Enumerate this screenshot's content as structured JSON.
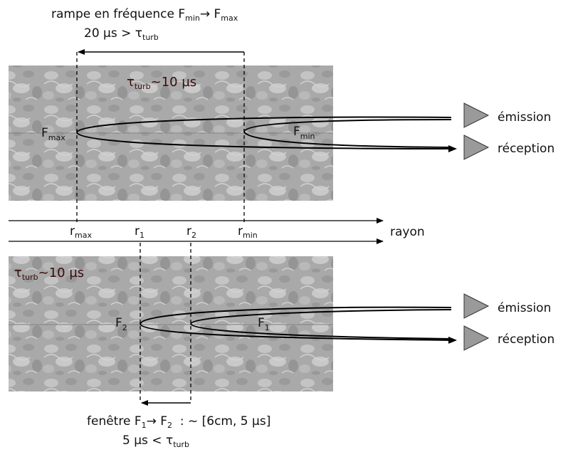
{
  "top": {
    "ramp_title": {
      "main": "rampe en fréquence F",
      "sub1": "min",
      "arrow": "→ F",
      "sub2": "max"
    },
    "ramp_cond": {
      "main": "20 µs > τ",
      "sub": "turb"
    },
    "tau": {
      "main": "τ",
      "sub": "turb",
      "rest": "~10 µs"
    },
    "fmax": {
      "main": "F",
      "sub": "max"
    },
    "fmin": {
      "main": "F",
      "sub": "min"
    },
    "emission": "émission",
    "reception": "réception"
  },
  "axis": {
    "rmax": {
      "main": "r",
      "sub": "max"
    },
    "r1": {
      "main": "r",
      "sub": "1"
    },
    "r2": {
      "main": "r",
      "sub": "2"
    },
    "rmin": {
      "main": "r",
      "sub": "min"
    },
    "rayon": "rayon"
  },
  "bottom": {
    "tau": {
      "main": "τ",
      "sub": "turb",
      "rest": "~10 µs"
    },
    "f2": {
      "main": "F",
      "sub": "2"
    },
    "f1": {
      "main": "F",
      "sub": "1"
    },
    "emission": "émission",
    "reception": "réception",
    "window": {
      "a": "fenêtre F",
      "s1": "1",
      "b": "→ F",
      "s2": "2",
      "c": "  : ~ [6cm, 5 µs]"
    },
    "window_cond": {
      "main": "5 µs < τ",
      "sub": "turb"
    }
  },
  "colors": {
    "plasma_base": "#a9a9a9",
    "plasma_light": "#c8c8c8",
    "plasma_dark": "#8f8f8f",
    "tau_text": "#3a0c0c",
    "antenna": "#9a9a9a"
  }
}
